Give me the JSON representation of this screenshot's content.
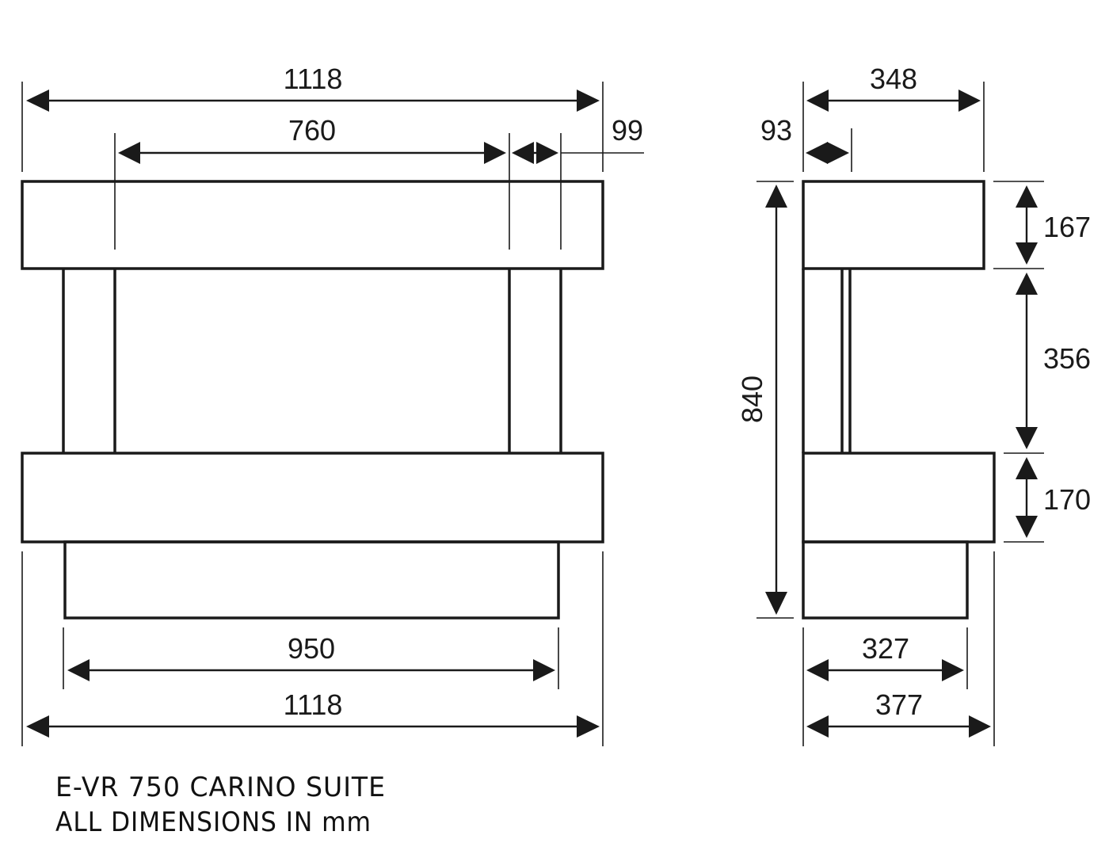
{
  "front_view": {
    "overall_top": "1118",
    "inner_width": "760",
    "leg_width": "99",
    "base_width": "950",
    "overall_bottom": "1118"
  },
  "side_view": {
    "depth_top": "348",
    "leg_depth": "93",
    "total_height": "840",
    "mantel_height": "167",
    "opening_height": "356",
    "hearth_height": "170",
    "plinth_depth": "327",
    "hearth_depth": "377"
  },
  "caption": {
    "line1": "E-VR 750 CARINO SUITE",
    "line2": "ALL DIMENSIONS IN mm"
  },
  "colors": {
    "line": "#1a1a1a",
    "background": "#ffffff"
  }
}
